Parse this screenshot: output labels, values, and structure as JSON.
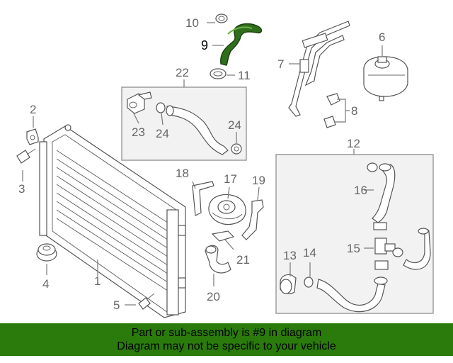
{
  "diagram": {
    "callouts": {
      "c1": "1",
      "c2": "2",
      "c3": "3",
      "c4": "4",
      "c5": "5",
      "c6": "6",
      "c7": "7",
      "c8": "8",
      "c9": "9",
      "c10": "10",
      "c11": "11",
      "c12": "12",
      "c13": "13",
      "c14": "14",
      "c15": "15",
      "c16": "16",
      "c17": "17",
      "c18": "18",
      "c19": "19",
      "c20": "20",
      "c21": "21",
      "c22": "22",
      "c23": "23",
      "c24a": "24",
      "c24b": "24"
    },
    "highlight_color": "#2a7a0c",
    "part_outline_color": "#555555"
  },
  "banner": {
    "line1": "Part or sub-assembly is #9 in diagram",
    "line2": "Diagram may not be specific to your vehicle"
  }
}
